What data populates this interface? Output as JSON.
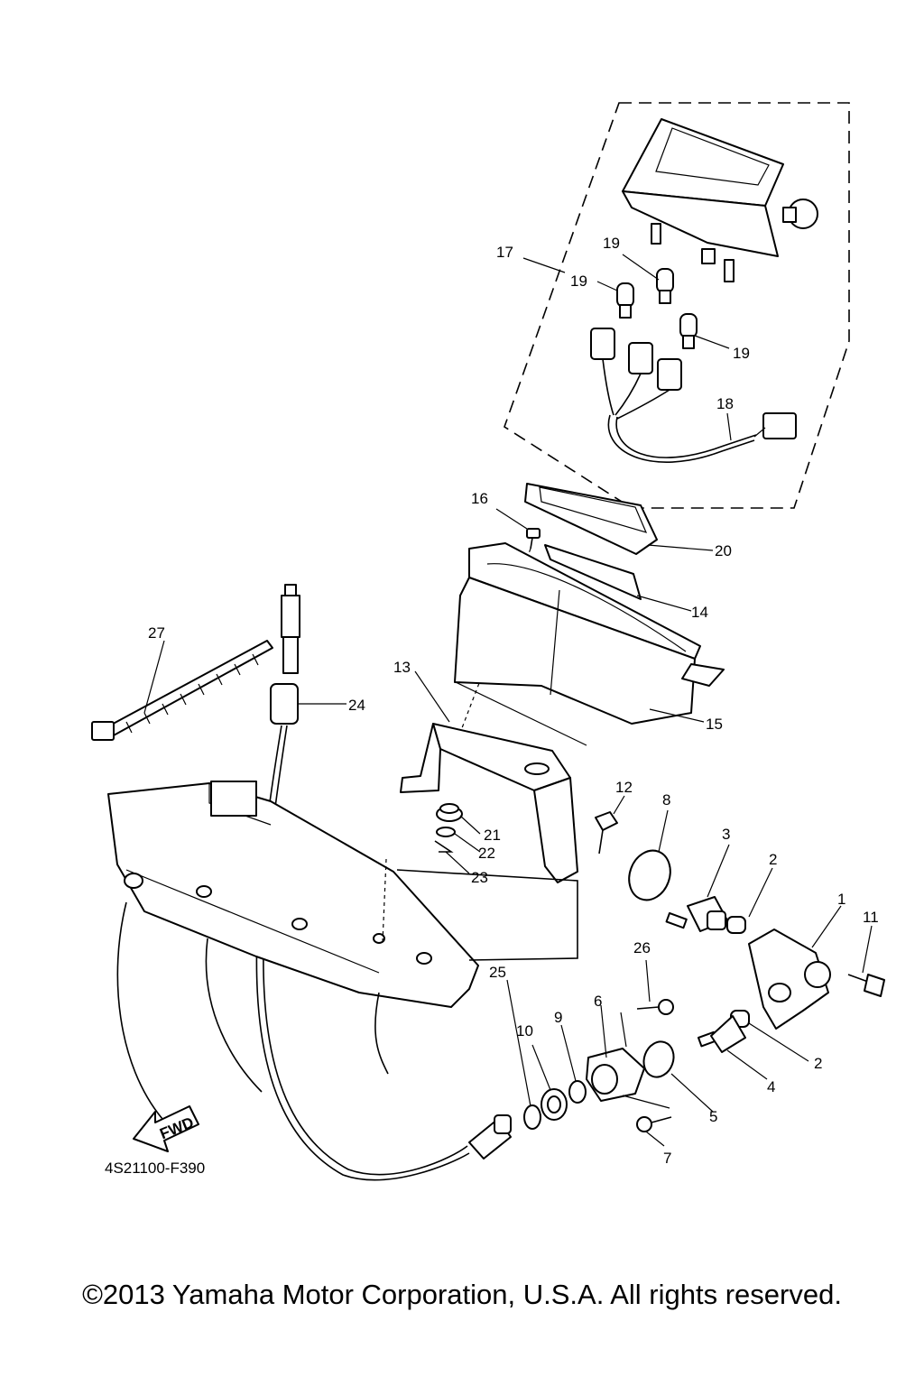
{
  "diagram": {
    "part_code": "4S21100-F390",
    "fwd_label": "FWD",
    "callouts": {
      "c1": "1",
      "c2a": "2",
      "c2b": "2",
      "c3": "3",
      "c4": "4",
      "c5": "5",
      "c6": "6",
      "c7": "7",
      "c8": "8",
      "c9": "9",
      "c10": "10",
      "c11": "11",
      "c12": "12",
      "c13": "13",
      "c14": "14",
      "c15": "15",
      "c16": "16",
      "c17": "17",
      "c18": "18",
      "c19a": "19",
      "c19b": "19",
      "c19c": "19",
      "c20": "20",
      "c21": "21",
      "c22": "22",
      "c23": "23",
      "c24": "24",
      "c25": "25",
      "c26": "26",
      "c27": "27"
    }
  },
  "footer": {
    "copyright": "©2013 Yamaha Motor Corporation, U.S.A. All rights reserved."
  }
}
